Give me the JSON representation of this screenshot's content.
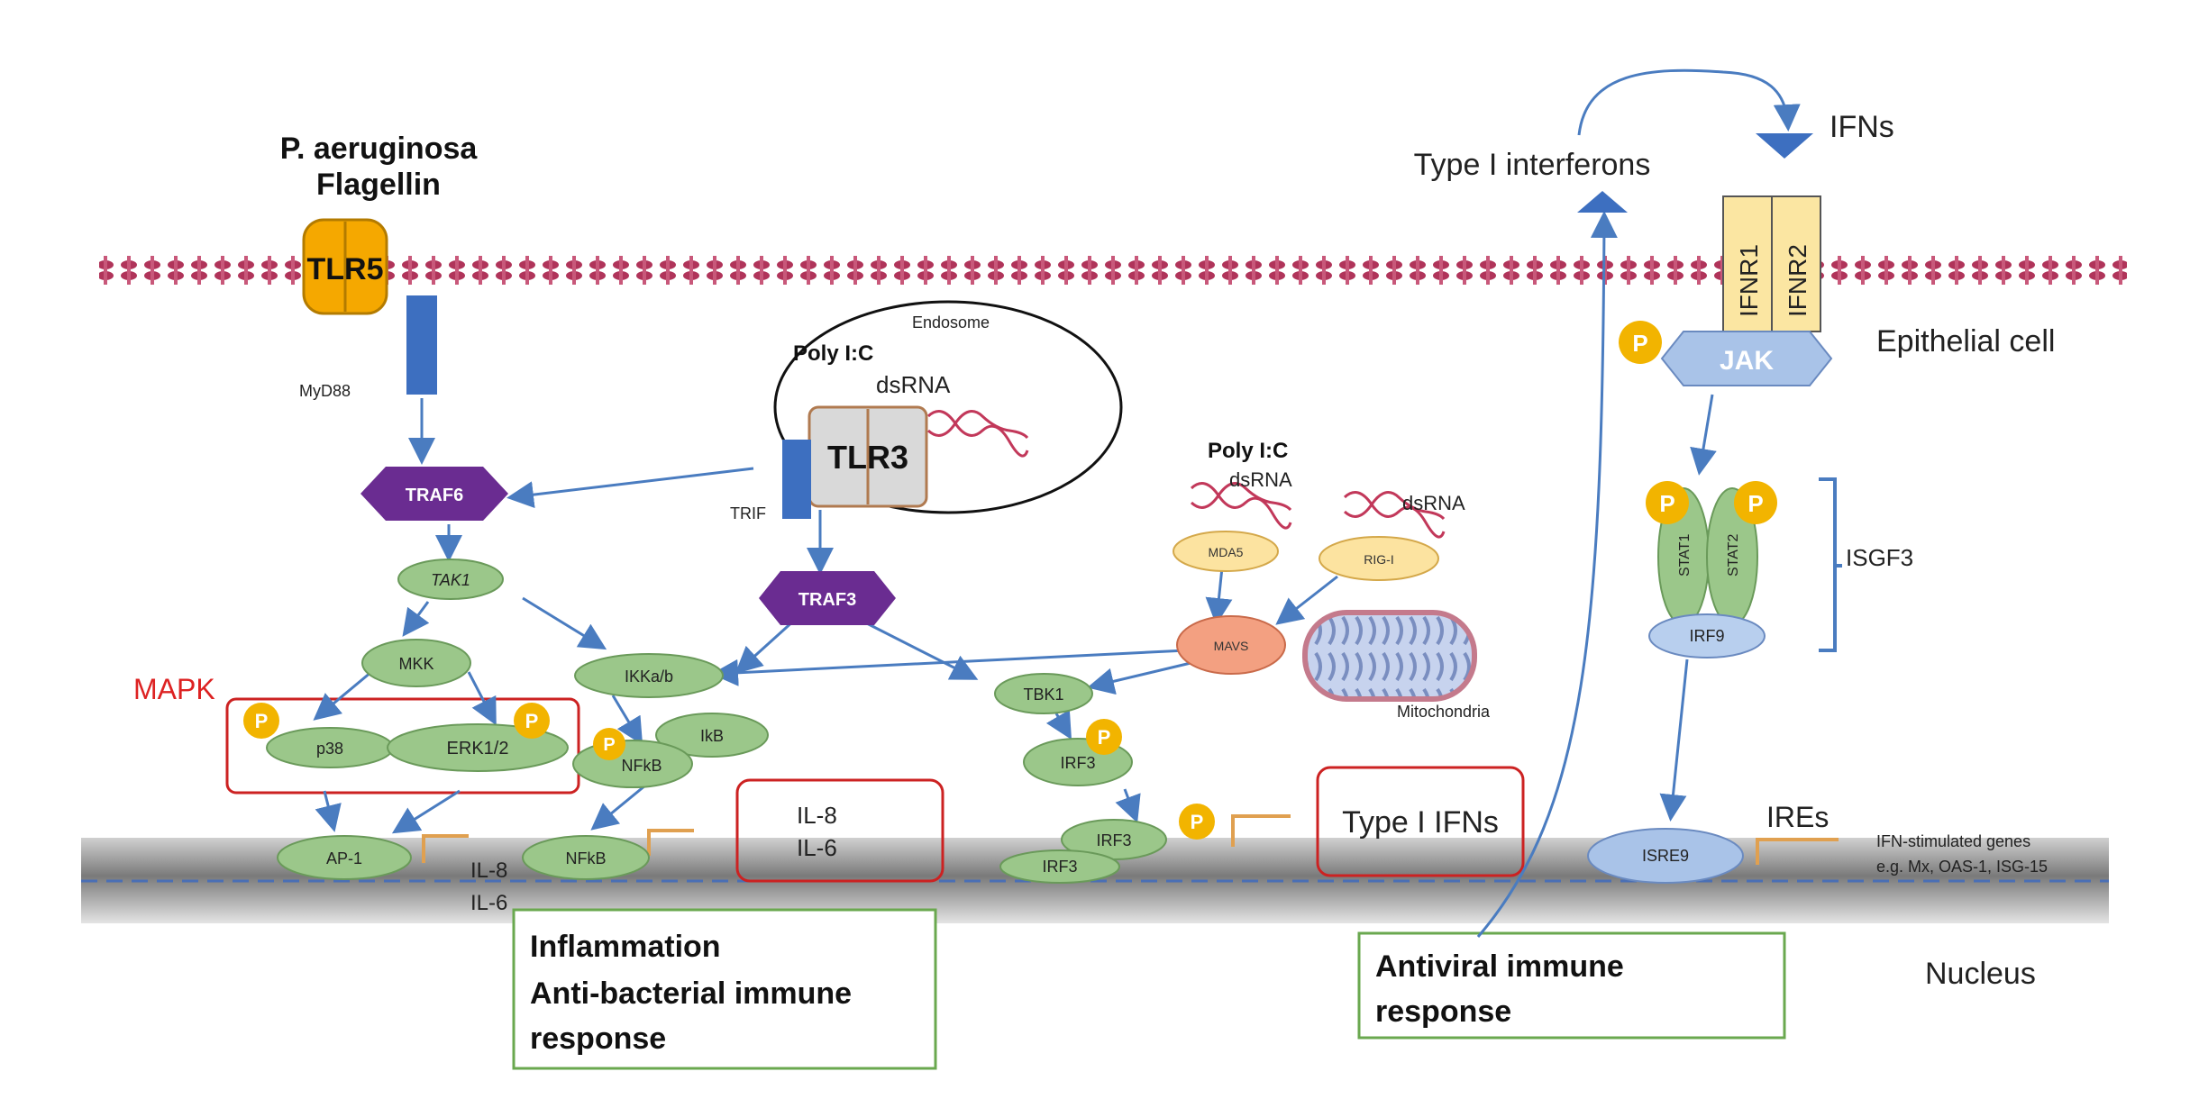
{
  "labels": {
    "flagellin_line1": "P. aeruginosa",
    "flagellin_line2": "Flagellin",
    "tlr5": "TLR5",
    "myd88": "MyD88",
    "endosome": "Endosome",
    "polyic_endo": "Poly I:C",
    "dsrna_endo": "dsRNA",
    "tlr3": "TLR3",
    "trif": "TRIF",
    "traf6": "TRAF6",
    "traf3": "TRAF3",
    "tak1": "TAK1",
    "mkk": "MKK",
    "mapk": "MAPK",
    "p38": "p38",
    "erk": "ERK1/2",
    "ikka": "IKKa/b",
    "ikb": "IkB",
    "nfkb_cyto": "NFkB",
    "nfkb_nuc": "NFkB",
    "ap1": "AP-1",
    "il8_nuc": "IL-8",
    "il6_nuc": "IL-6",
    "il8_box": "IL-8",
    "il6_box": "IL-6",
    "polyic_cyto": "Poly I:C",
    "dsrna_cyto1": "dsRNA",
    "dsrna_cyto2": "dsRNA",
    "mda5": "MDA5",
    "rigi": "RIG-I",
    "mavs": "MAVS",
    "mitochondria": "Mitochondria",
    "tbk1": "TBK1",
    "irf3_cyto": "IRF3",
    "irf3_nuc_a": "IRF3",
    "irf3_nuc_b": "IRF3",
    "type1_ifns_box": "Type I IFNs",
    "type1_interferons": "Type I interferons",
    "ifns": "IFNs",
    "ifnr1": "IFNR1",
    "ifnr2": "IFNR2",
    "jak": "JAK",
    "epithelial_cell": "Epithelial cell",
    "stat1": "STAT1",
    "stat2": "STAT2",
    "irf9": "IRF9",
    "isgf3": "ISGF3",
    "isre9": "ISRE9",
    "ires": "IREs",
    "isg_line1": "IFN-stimulated genes",
    "isg_line2": "e.g. Mx, OAS-1, ISG-15",
    "nucleus": "Nucleus",
    "p": "P",
    "inflam_line1": "Inflammation",
    "inflam_line2": "Anti-bacterial immune",
    "inflam_line3": "response",
    "antiviral_line1": "Antiviral immune",
    "antiviral_line2": "response"
  },
  "colors": {
    "membrane": "#b0345a",
    "green_node": "#9bc78a",
    "green_stroke": "#6a9a5a",
    "purple": "#6a2c91",
    "blue_arrow": "#4a7cc0",
    "phospho": "#f2b400",
    "red_box": "#cc2222",
    "green_box": "#6aa84f",
    "tlr5": "#f5a800",
    "tlr3": "#d9d9d9",
    "ifnr": "#fbe6a2",
    "light_blue": "#a9c3e8",
    "mapk_text": "#dd2222",
    "nucleus_gray": "#8a8a8a"
  }
}
